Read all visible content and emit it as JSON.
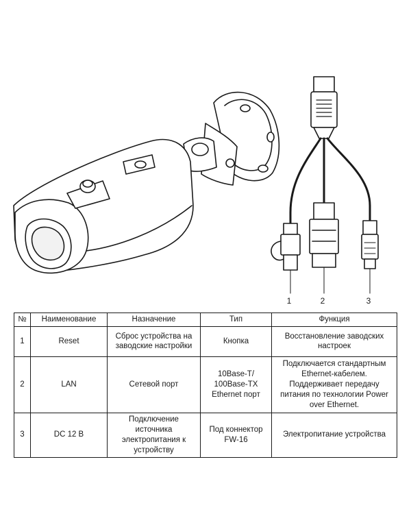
{
  "callouts": [
    "1",
    "2",
    "3"
  ],
  "table": {
    "headers": [
      "№",
      "Наименование",
      "Назначение",
      "Тип",
      "Функция"
    ],
    "rows": [
      [
        "1",
        "Reset",
        "Сброс устройства на заводские настройки",
        "Кнопка",
        "Восстановление заводских настроек"
      ],
      [
        "2",
        "LAN",
        "Сетевой порт",
        "10Base-T/ 100Base-TX Ethernet порт",
        "Подключается стандартным Ethernet-кабелем. Поддерживает передачу питания по технологии Power over Ethernet."
      ],
      [
        "3",
        "DC 12 В",
        "Подключение источника электропитания к устройству",
        "Под коннектор FW-16",
        "Электропитание устройства"
      ]
    ]
  }
}
